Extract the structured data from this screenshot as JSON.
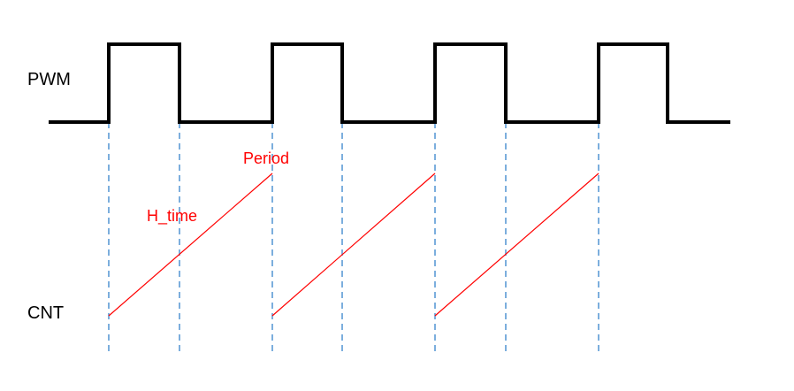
{
  "signals": {
    "pwm_label": "PWM",
    "cnt_label": "CNT"
  },
  "annotations": {
    "period_label": "Period",
    "h_time_label": "H_time"
  },
  "colors": {
    "pwm_waveform": "#000000",
    "counter_ramp": "#ff0000",
    "guide_lines": "#5b9bd5",
    "annotation_text": "#ff0000"
  },
  "waveform": {
    "pwm_pulse_count": 4,
    "counter_ramp_count": 3
  }
}
